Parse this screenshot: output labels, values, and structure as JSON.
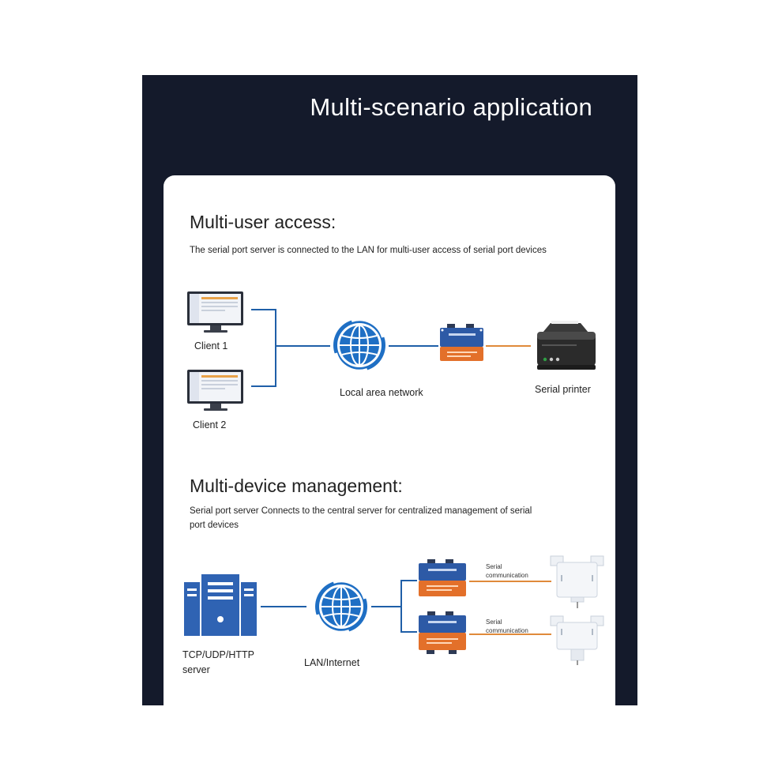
{
  "title": "Multi-scenario application",
  "section1": {
    "heading": "Multi-user access:",
    "description": "The serial port server is connected to the LAN for multi-user access of serial port devices",
    "labels": {
      "client1": "Client 1",
      "client2": "Client 2",
      "lan": "Local area network",
      "printer": "Serial printer"
    }
  },
  "section2": {
    "heading": "Multi-device management:",
    "description_line1": "Serial port server Connects to the central server for centralized management of serial",
    "description_line2": "port devices",
    "labels": {
      "server_line1": "TCP/UDP/HTTP",
      "server_line2": "server",
      "lan": "LAN/Internet",
      "serial1_line1": "Serial",
      "serial1_line2": "communication",
      "serial2_line1": "Serial",
      "serial2_line2": "communication"
    }
  },
  "colors": {
    "panel_bg": "#141a2b",
    "line_blue": "#1f5fa8",
    "line_orange": "#e08a3a",
    "device_blue": "#2d5aa6",
    "device_orange": "#e3702a",
    "server_blue": "#2f63b3"
  }
}
